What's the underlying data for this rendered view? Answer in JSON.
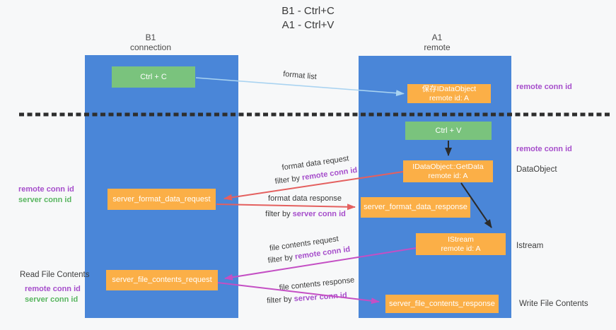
{
  "title": {
    "line1": "B1 - Ctrl+C",
    "line2": "A1 - Ctrl+V"
  },
  "lanes": {
    "b1": {
      "name": "B1",
      "subtitle": "connection"
    },
    "a1": {
      "name": "A1",
      "subtitle": "remote"
    }
  },
  "boxes": {
    "ctrl_c": {
      "label": "Ctrl + C"
    },
    "ctrl_v": {
      "label": "Ctrl + V"
    },
    "save_dataobject": {
      "line1": "保存IDataObject",
      "line2": "remote id: A"
    },
    "getdata": {
      "line1": "IDataObject::GetData",
      "line2": "remote id: A"
    },
    "istream": {
      "line1": "IStream",
      "line2": "remote id: A"
    },
    "server_format_data_request": {
      "label": "server_format_data_request"
    },
    "server_format_data_response": {
      "label": "server_format_data_response"
    },
    "server_file_contents_request": {
      "label": "server_file_contents_request"
    },
    "server_file_contents_response": {
      "label": "server_file_contents_response"
    }
  },
  "flow_labels": {
    "format_list": "format list",
    "filter_by": "filter by ",
    "remote_conn_id": "remote conn id",
    "server_conn_id": "server conn id",
    "format_data_request": "format data request",
    "format_data_response": "format data response",
    "file_contents_request": "file contents request",
    "file_contents_response": "file contents response"
  },
  "side_labels": {
    "right_remote_conn_id_1": "remote conn id",
    "right_remote_conn_id_2": "remote conn id",
    "dataobject": "DataObject",
    "istream": "Istream",
    "write_file_contents": "Write File Contents",
    "left_remote_conn_id_1": "remote conn id",
    "left_server_conn_id_1": "server conn id",
    "read_file_contents": "Read File Contents",
    "left_remote_conn_id_2": "remote conn id",
    "left_server_conn_id_2": "server conn id"
  },
  "colors": {
    "panel_blue": "#4a86d8",
    "box_green": "#7ac37d",
    "box_orange": "#fbaf47",
    "purple_text": "#a64ecb",
    "green_text": "#58b55f",
    "red_arrow": "#e4605f",
    "magenta_arrow": "#c44fc4",
    "blue_arrow": "#a9d3f1",
    "dashed_divider": "#2e2e2e",
    "background": "#f7f8f9"
  }
}
